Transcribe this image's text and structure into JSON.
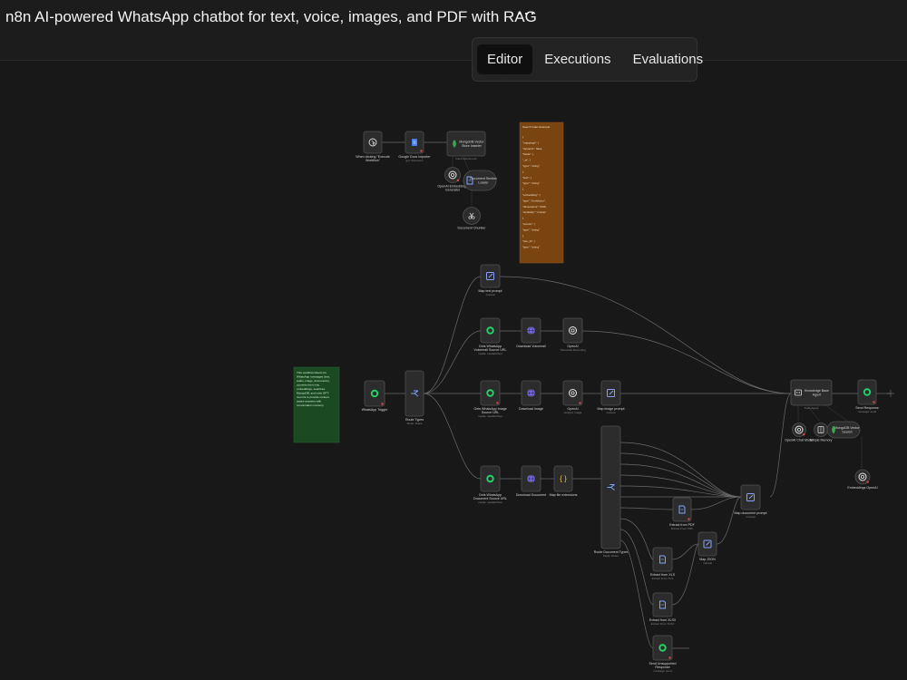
{
  "header": {
    "title": "n8n AI-powered WhatsApp chatbot for text, voice, images, and PDF with RAG",
    "more_label": "···",
    "tabs": [
      {
        "label": "Editor",
        "active": true
      },
      {
        "label": "Executions",
        "active": false
      },
      {
        "label": "Evaluations",
        "active": false
      }
    ]
  },
  "colors": {
    "canvas": "#181818",
    "node_fill": "#2c2c2c",
    "whatsapp": "#25d366",
    "ai_purple": "#7a6cf0",
    "error_red": "#e04848",
    "sticky_orange": "#7a4410",
    "sticky_green": "#1b4a22"
  },
  "workflow": {
    "notes": {
      "search_index": {
        "title": "Search Index Example",
        "lines": [
          "{",
          "\"mappings\": {",
          "\"dynamic\": false,",
          "\"fields\": {",
          "\"_id\": {",
          "\"type\": \"string\"",
          "},",
          "\"text\": {",
          "\"type\": \"string\"",
          "},",
          "\"embedding\": {",
          "\"type\": \"knnVector\",",
          "\"dimensions\": 1536,",
          "\"similarity\": \"cosine\"",
          "},",
          "\"source\": {",
          "\"type\": \"string\"",
          "},",
          "\"doc_id\": {",
          "\"type\": \"string\""
        ]
      },
      "intro": {
        "lines": [
          "This workflow listens for",
          "WhatsApp messages (text,",
          "audio, image, documents),",
          "converts them into",
          "embeddings, searches",
          "MongoDB, and uses GPT-",
          "4o-mini to provide context-",
          "aware answers with",
          "conversation memory."
        ]
      }
    },
    "nodes": {
      "manual_trigger": {
        "label": "When clicking \"Execute",
        "label2": "Workflow\""
      },
      "google_docs": {
        "label": "Google Docs Importer",
        "sub": "get: document"
      },
      "mongo_insert": {
        "label": "MongoDB Vector",
        "label2": "Store Inserter",
        "sub": "Insert Documents"
      },
      "openai_embed_top": {
        "label": "OpenAI Embeddings",
        "label2": "Generator"
      },
      "doc_loader": {
        "label": "Document Section",
        "label2": "Loader"
      },
      "doc_chunker": {
        "label": "Document Chunker"
      },
      "map_text": {
        "label": "Map text prompt",
        "sub": "manual"
      },
      "voice_url": {
        "label": "Gets WhatsApp",
        "label2": "Voicemail Source URL",
        "sub": "media: mediaUrlGet"
      },
      "download_voice": {
        "label": "Download Voicemail"
      },
      "openai_transcribe": {
        "label": "OpenAI",
        "sub": "Transcribe Recording"
      },
      "wa_trigger": {
        "label": "WhatsApp Trigger"
      },
      "route_types": {
        "label": "Route Types",
        "sub": "Mode: Rules"
      },
      "image_url": {
        "label": "Gets WhatsApp Image",
        "label2": "Source URL",
        "sub": "media: mediaUrlGet"
      },
      "download_image": {
        "label": "Download Image"
      },
      "openai_image": {
        "label": "OpenAI",
        "sub": "Analyze image"
      },
      "map_image": {
        "label": "Map image prompt",
        "sub": "manual"
      },
      "kb_agent": {
        "label": "Knowledge Base",
        "label2": "Agent",
        "sub": "Tools Agent"
      },
      "send_response": {
        "label": "Send Response",
        "sub": "message: send"
      },
      "openai_chat": {
        "label": "OpenAI Chat Model"
      },
      "simple_memory": {
        "label": "Simple Memory"
      },
      "mongo_search": {
        "label": "MongoDB Vector",
        "label2": "Search"
      },
      "embed_openai_bottom": {
        "label": "Embeddings OpenAI"
      },
      "doc_url": {
        "label": "Gets WhatsApp",
        "label2": "Document Source URL",
        "sub": "media: mediaUrlGet"
      },
      "download_doc": {
        "label": "Download Document"
      },
      "map_ext": {
        "label": "Map file extensions"
      },
      "route_doc": {
        "label": "Route Document Types",
        "sub": "Mode: Rules"
      },
      "extract_pdf": {
        "label": "Extract from PDF",
        "sub": "Extract From PDF"
      },
      "map_doc": {
        "label": "Map document prompt",
        "sub": "manual"
      },
      "map_json": {
        "label": "Map JSON",
        "sub": "manual"
      },
      "extract_xls": {
        "label": "Extract from XLS",
        "sub": "Extract From XLS"
      },
      "extract_xlsx": {
        "label": "Extract from XLSX",
        "sub": "Extract From XLSX"
      },
      "send_unsupported": {
        "label": "Send Unsupported",
        "label2": "Response",
        "sub": "message: send"
      }
    }
  }
}
